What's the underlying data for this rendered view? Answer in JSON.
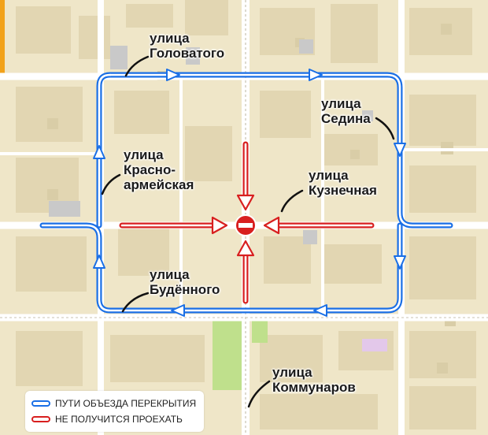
{
  "colors": {
    "detour": "#1a6fe6",
    "blocked": "#d81f1f",
    "map_base": "#efe6c8",
    "block": "#e2d6b2",
    "road": "#ffffff",
    "green": "#bfe08c"
  },
  "streets": {
    "golovatogo": [
      "улица",
      "Головатого"
    ],
    "sedina": [
      "улица",
      "Седина"
    ],
    "krasnoarmeyskaya": [
      "улица",
      "Красно-",
      "армейская"
    ],
    "kuznechnaya": [
      "улица",
      "Кузнечная"
    ],
    "budennogo": [
      "улица",
      "Будённого"
    ],
    "kommunarov": [
      "улица",
      "Коммунаров"
    ]
  },
  "legend": {
    "detour_label": "ПУТИ ОБЪЕЗДА ПЕРЕКРЫТИЯ",
    "blocked_label": "НЕ ПОЛУЧИТСЯ ПРОЕХАТЬ"
  },
  "icons": {
    "center": "no-entry-icon"
  }
}
